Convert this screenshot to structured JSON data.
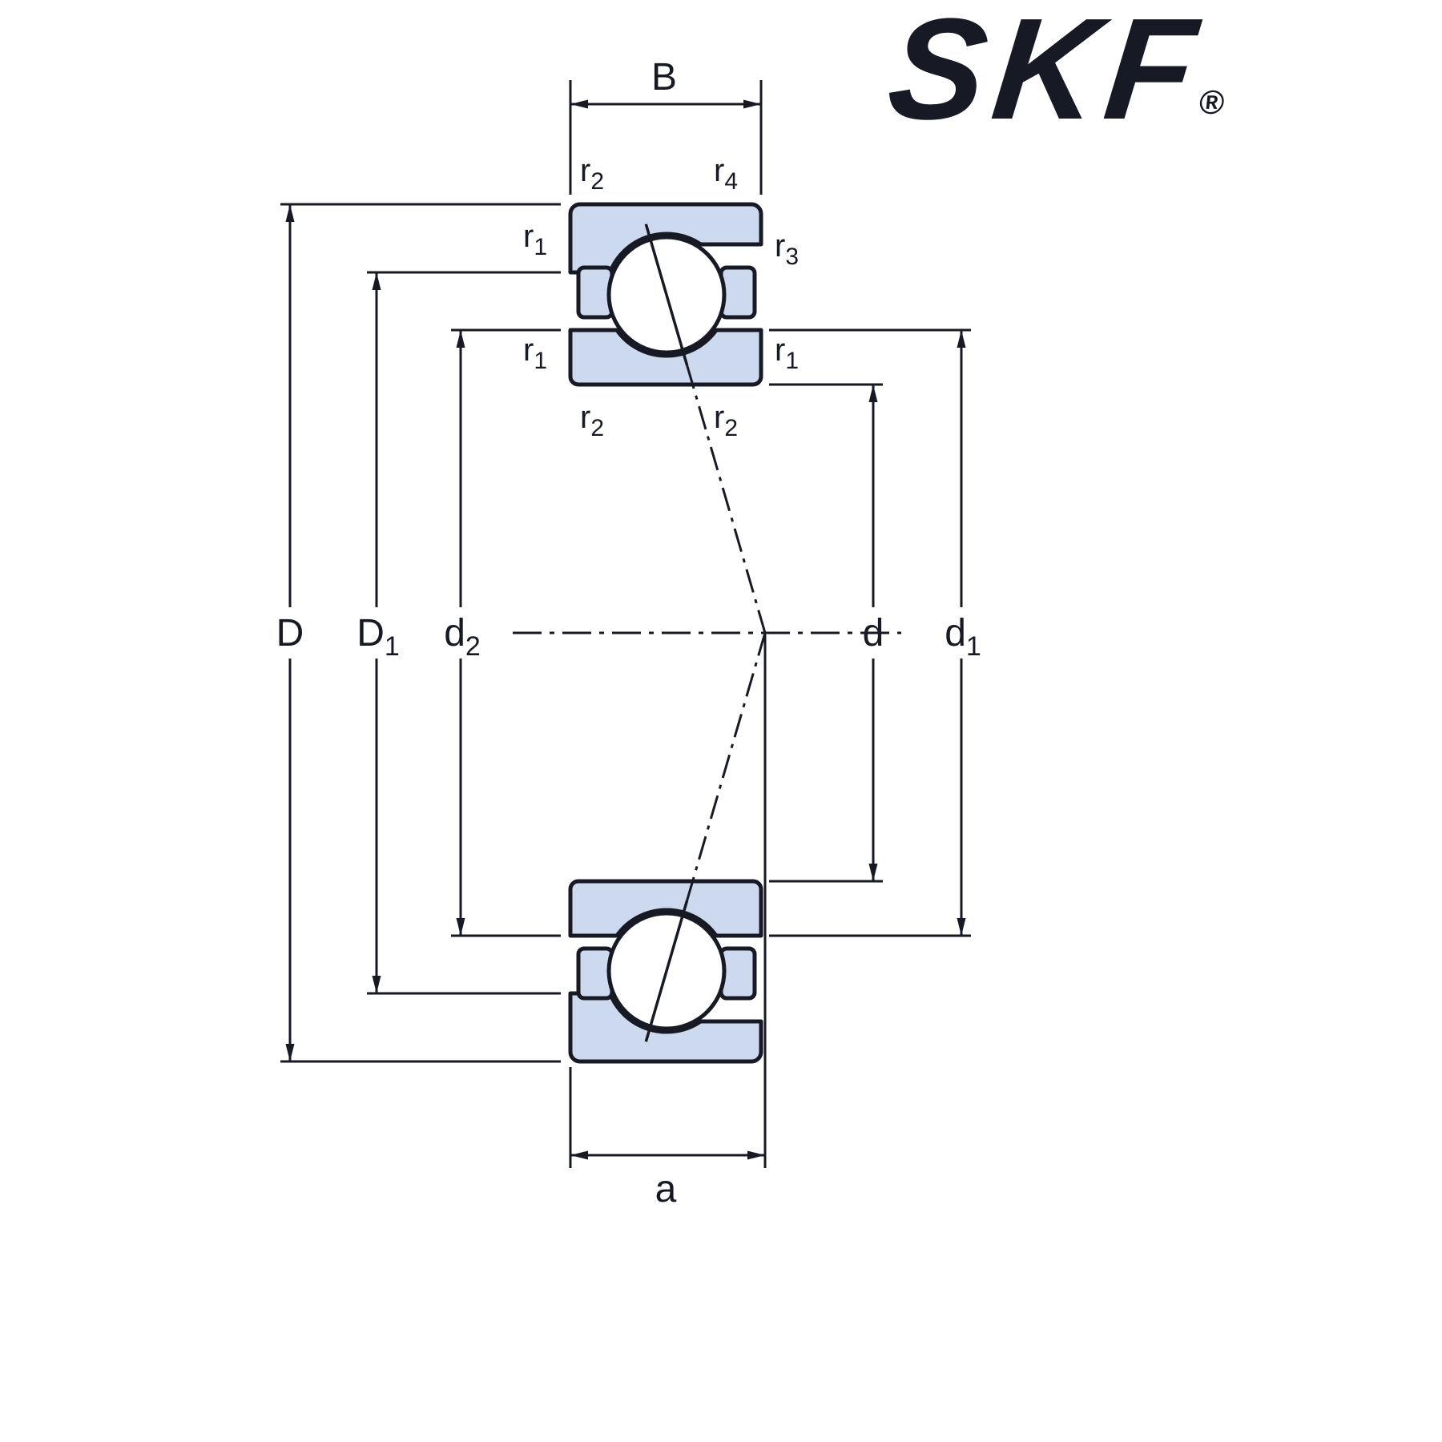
{
  "logo": {
    "text": "SKF",
    "registered": "®",
    "color": "#0F56D6"
  },
  "drawing": {
    "line_color": "#171a24",
    "ring_fill": "#cdd9ee",
    "ball_fill": "#ffffff",
    "description": "Angular contact ball bearing cross-section with dimension annotations"
  },
  "dim_labels": {
    "B": {
      "base": "B",
      "sub": ""
    },
    "a": {
      "base": "a",
      "sub": ""
    },
    "D": {
      "base": "D",
      "sub": ""
    },
    "D1": {
      "base": "D",
      "sub": "1"
    },
    "d2": {
      "base": "d",
      "sub": "2"
    },
    "d": {
      "base": "d",
      "sub": ""
    },
    "d1": {
      "base": "d",
      "sub": "1"
    }
  },
  "r_labels": [
    {
      "base": "r",
      "sub": "2",
      "position": "outer-ring-top-left"
    },
    {
      "base": "r",
      "sub": "4",
      "position": "outer-ring-top-right"
    },
    {
      "base": "r",
      "sub": "1",
      "position": "outer-ring-bottom-left"
    },
    {
      "base": "r",
      "sub": "3",
      "position": "outer-ring-bottom-right"
    },
    {
      "base": "r",
      "sub": "1",
      "position": "inner-ring-top-left"
    },
    {
      "base": "r",
      "sub": "1",
      "position": "inner-ring-top-right"
    },
    {
      "base": "r",
      "sub": "2",
      "position": "inner-ring-bottom-left"
    },
    {
      "base": "r",
      "sub": "2",
      "position": "inner-ring-bottom-right"
    }
  ]
}
